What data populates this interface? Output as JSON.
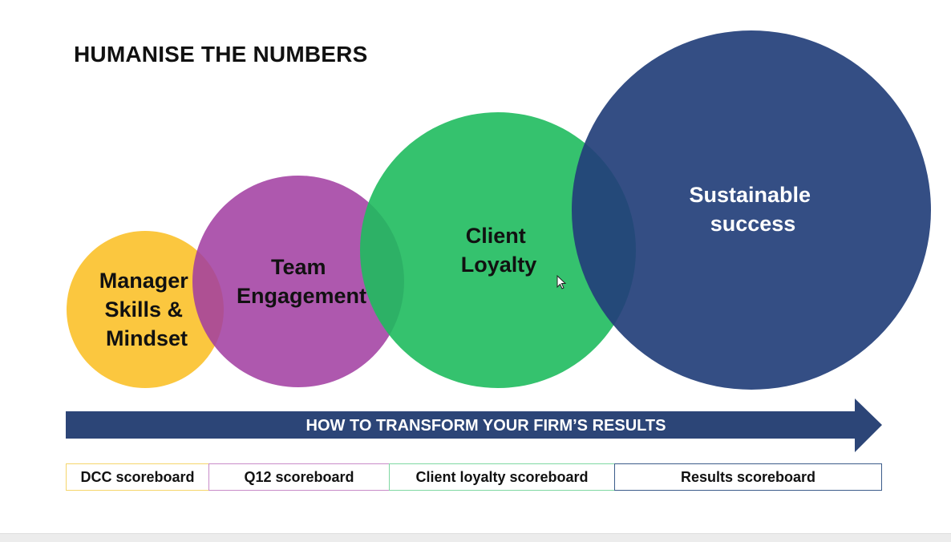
{
  "title": "HUMANISE THE NUMBERS",
  "circles": [
    {
      "lines": [
        "Manager",
        "Skills &",
        "Mindset"
      ],
      "color": "#fbbf24",
      "text_color": "#111111"
    },
    {
      "lines": [
        "Team",
        "Engagement"
      ],
      "color": "#a13da1",
      "text_color": "#111111"
    },
    {
      "lines": [
        "Client",
        "Loyalty"
      ],
      "color": "#1fbb5e",
      "text_color": "#111111"
    },
    {
      "lines": [
        "Sustainable",
        "success"
      ],
      "color": "#233f7a",
      "text_color": "#ffffff"
    }
  ],
  "arrow": {
    "label": "HOW TO TRANSFORM YOUR FIRM’S RESULTS",
    "color": "#2c4577"
  },
  "scoreboards": [
    {
      "label": "DCC scoreboard",
      "border": "#f5d66b"
    },
    {
      "label": "Q12 scoreboard",
      "border": "#c88bc8"
    },
    {
      "label": "Client loyalty scoreboard",
      "border": "#7fd8a2"
    },
    {
      "label": "Results scoreboard",
      "border": "#3b5c8a"
    }
  ]
}
